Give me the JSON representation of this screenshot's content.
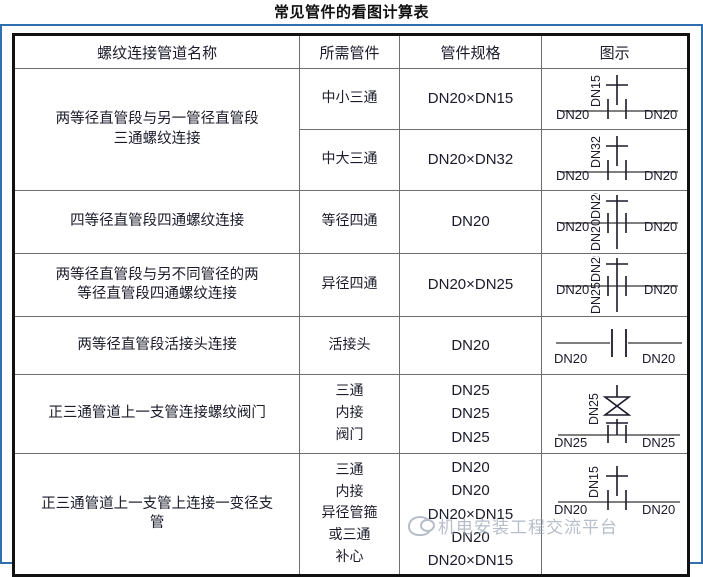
{
  "document": {
    "title": "常见管件的看图计算表",
    "frame_color": "#2f6fb0",
    "border_color": "#111111",
    "grid_color": "#6e6e6e"
  },
  "table": {
    "headers": [
      "螺纹连接管道名称",
      "所需管件",
      "管件规格",
      "图示"
    ],
    "rows": [
      {
        "name": "两等径直管段与另一管径直管段\n三通螺纹连接",
        "part": [
          "中小三通"
        ],
        "spec": [
          "DN20×DN15"
        ],
        "diagram": {
          "type": "tee",
          "left_label": "DN20",
          "right_label": "DN20",
          "branch_label": "DN15"
        }
      },
      {
        "name": "",
        "part": [
          "中大三通"
        ],
        "spec": [
          "DN20×DN32"
        ],
        "diagram": {
          "type": "tee",
          "left_label": "DN20",
          "right_label": "DN20",
          "branch_label": "DN32"
        }
      },
      {
        "name": "四等径直管段四通螺纹连接",
        "part": [
          "等径四通"
        ],
        "spec": [
          "DN20"
        ],
        "diagram": {
          "type": "cross",
          "left_label": "DN20",
          "right_label": "DN20",
          "branch_label": "DN20",
          "branch_label_bottom": "DN20"
        }
      },
      {
        "name": "两等径直管段与另不同管径的两\n等径直管段四通螺纹连接",
        "part": [
          "异径四通"
        ],
        "spec": [
          "DN20×DN25"
        ],
        "diagram": {
          "type": "cross",
          "left_label": "DN20",
          "right_label": "DN20",
          "branch_label": "DN25",
          "branch_label_bottom": "DN25"
        }
      },
      {
        "name": "两等径直管段活接头连接",
        "part": [
          "活接头"
        ],
        "spec": [
          "DN20"
        ],
        "diagram": {
          "type": "union",
          "left_label": "DN20",
          "right_label": "DN20"
        }
      },
      {
        "name": "正三通管道上一支管连接螺纹阀门",
        "part": [
          "三通",
          "内接",
          "阀门"
        ],
        "spec": [
          "DN25",
          "DN25",
          "DN25"
        ],
        "diagram": {
          "type": "valve-tee",
          "left_label": "DN25",
          "right_label": "DN25",
          "branch_label": "DN25"
        }
      },
      {
        "name": "正三通管道上一支管上连接一变径支\n管",
        "part": [
          "三通",
          "内接",
          "异径管箍",
          "或三通",
          "补心"
        ],
        "spec": [
          "DN20",
          "DN20",
          "DN20×DN15",
          "DN20",
          "DN20×DN15"
        ],
        "diagram": {
          "type": "tee",
          "left_label": "DN20",
          "right_label": "DN20",
          "branch_label": "DN15"
        }
      }
    ]
  },
  "watermark": {
    "text": "机电安装工程交流平台",
    "logo": "wechat-icon",
    "color": "#9aa6b5"
  }
}
